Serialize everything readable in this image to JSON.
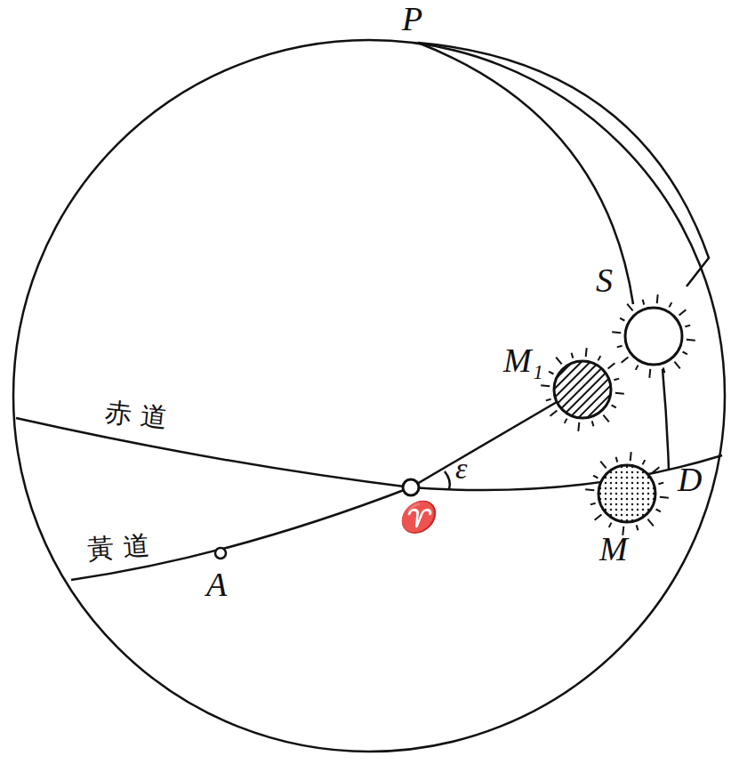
{
  "diagram": {
    "labels": [
      "P",
      "S",
      "M₁",
      "ε",
      "♈",
      "D",
      "M",
      "A",
      "赤道",
      "黃道"
    ]
  }
}
